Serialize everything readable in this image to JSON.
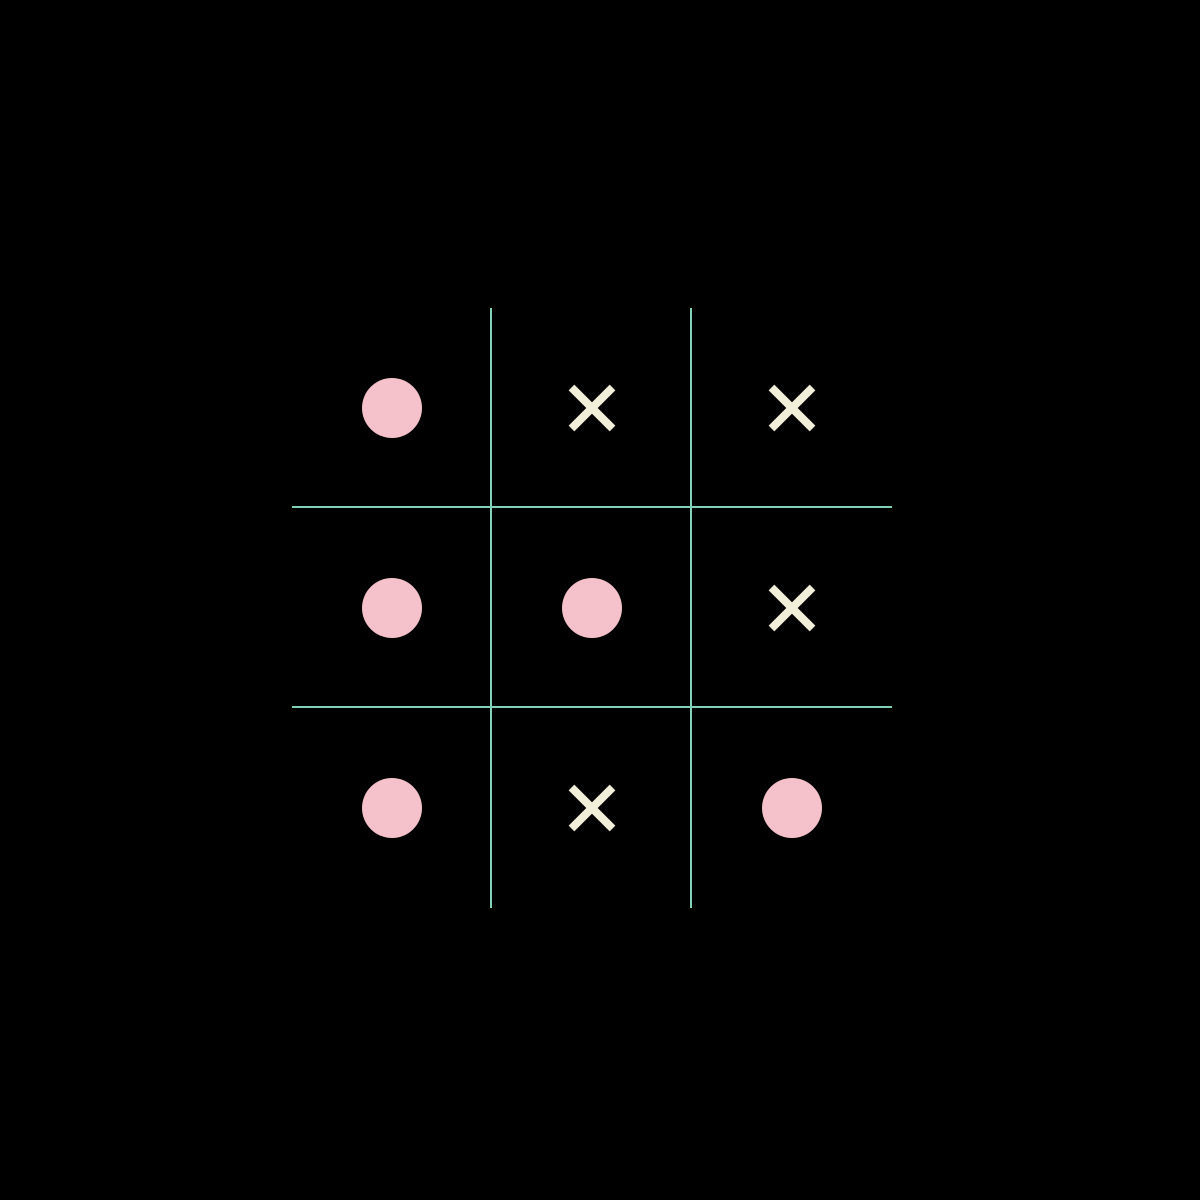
{
  "game": {
    "type": "tic-tac-toe",
    "board": [
      [
        "O",
        "X",
        "X"
      ],
      [
        "O",
        "O",
        "X"
      ],
      [
        "O",
        "X",
        "O"
      ]
    ]
  },
  "colors": {
    "background": "#000000",
    "grid": "#7fd1b9",
    "o_mark": "#f5c2cb",
    "x_mark": "#f2efda"
  },
  "icons": {
    "o_mark": "circle-icon",
    "x_mark": "cross-icon"
  }
}
